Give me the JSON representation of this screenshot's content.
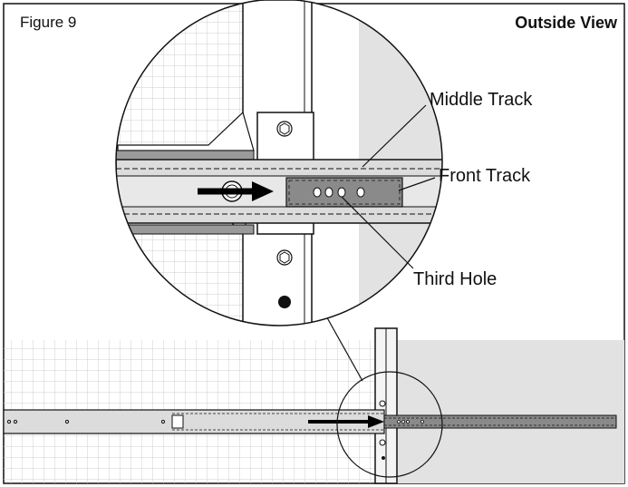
{
  "header": {
    "figure_label": "Figure 9",
    "view_title": "Outside View"
  },
  "callouts": {
    "middle_track": "Middle Track",
    "front_track": "Front Track",
    "third_hole": "Third Hole"
  },
  "colors": {
    "frame": "#111111",
    "track_fill": "#dcdcdc",
    "front_track_fill": "#8a8a8a",
    "background_panel": "#e2e2e2",
    "grid_line": "#cfcfcf",
    "arrow": "#000000"
  },
  "icons": [
    "screw-icon",
    "direction-arrow-icon"
  ]
}
